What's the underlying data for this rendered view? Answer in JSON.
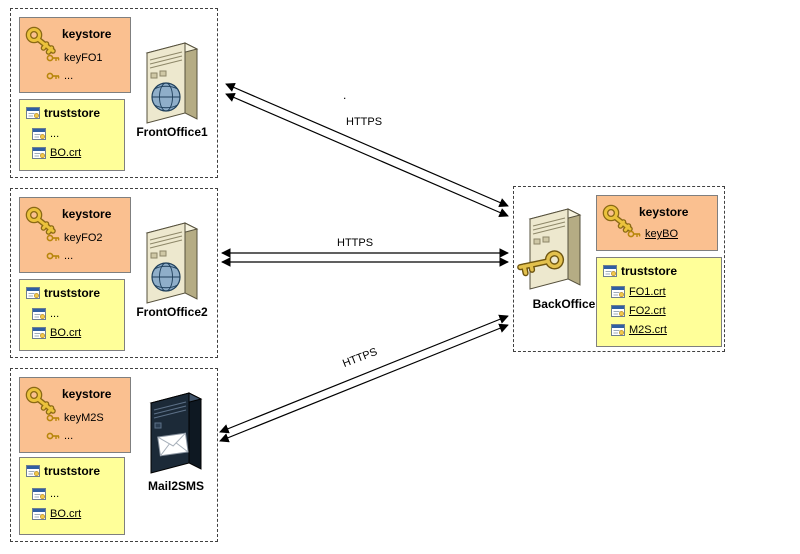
{
  "colors": {
    "keystore_fill": "#FAC090",
    "truststore_fill": "#FFFF99",
    "box_border": "#7F7F7F",
    "group_border": "#404040",
    "arrow": "#000000"
  },
  "groups": [
    {
      "name": "FrontOffice1",
      "server_label": "FrontOffice1",
      "server_icon": "web-server",
      "keystore": {
        "title": "keystore",
        "entries": [
          "keyFO1",
          "..."
        ]
      },
      "truststore": {
        "title": "truststore",
        "entries": [
          "...",
          "BO.crt"
        ]
      }
    },
    {
      "name": "FrontOffice2",
      "server_label": "FrontOffice2",
      "server_icon": "web-server",
      "keystore": {
        "title": "keystore",
        "entries": [
          "keyFO2",
          "..."
        ]
      },
      "truststore": {
        "title": "truststore",
        "entries": [
          "...",
          "BO.crt"
        ]
      }
    },
    {
      "name": "Mail2SMS",
      "server_label": "Mail2SMS",
      "server_icon": "mail-server",
      "keystore": {
        "title": "keystore",
        "entries": [
          "keyM2S",
          "..."
        ]
      },
      "truststore": {
        "title": "truststore",
        "entries": [
          "...",
          "BO.crt"
        ]
      }
    },
    {
      "name": "BackOffice",
      "server_label": "BackOffice",
      "server_icon": "key-server",
      "keystore": {
        "title": "keystore",
        "entries": [
          "keyBO"
        ]
      },
      "truststore": {
        "title": "truststore",
        "entries": [
          "FO1.crt",
          "FO2.crt",
          "M2S.crt"
        ]
      }
    }
  ],
  "connections": [
    {
      "from": "FrontOffice1",
      "to": "BackOffice",
      "label": "HTTPS",
      "bidirectional": true
    },
    {
      "from": "FrontOffice2",
      "to": "BackOffice",
      "label": "HTTPS",
      "bidirectional": true
    },
    {
      "from": "Mail2SMS",
      "to": "BackOffice",
      "label": "HTTPS",
      "bidirectional": true
    }
  ],
  "stray_dot": "."
}
